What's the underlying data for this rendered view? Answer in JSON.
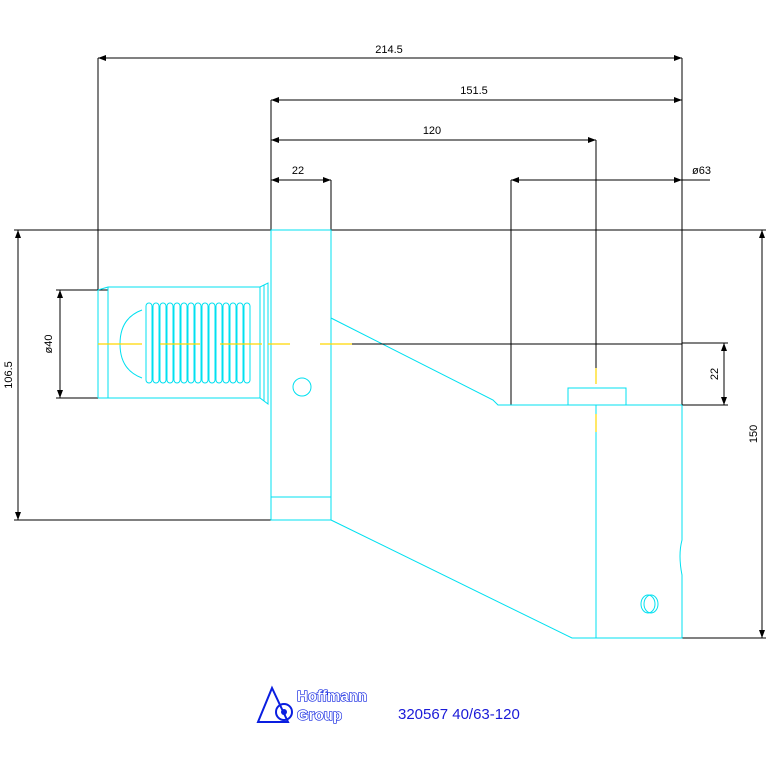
{
  "dimensions": {
    "overall_length": "214.5",
    "body_length": "151.5",
    "slot_offset": "120",
    "flange_width": "22",
    "bore_diameter": "ø63",
    "shank_diameter": "ø40",
    "shank_height": "106.5",
    "slot_depth": "22",
    "total_height": "150"
  },
  "titleblock": {
    "logo_line1": "Hoffmann",
    "logo_line2": "Group",
    "part_number": "320567 40/63-120"
  },
  "colors": {
    "part_outline": "#00e0f0",
    "centerline": "#ffd800",
    "dimension": "#000000",
    "logo": "#0a1ee0"
  }
}
